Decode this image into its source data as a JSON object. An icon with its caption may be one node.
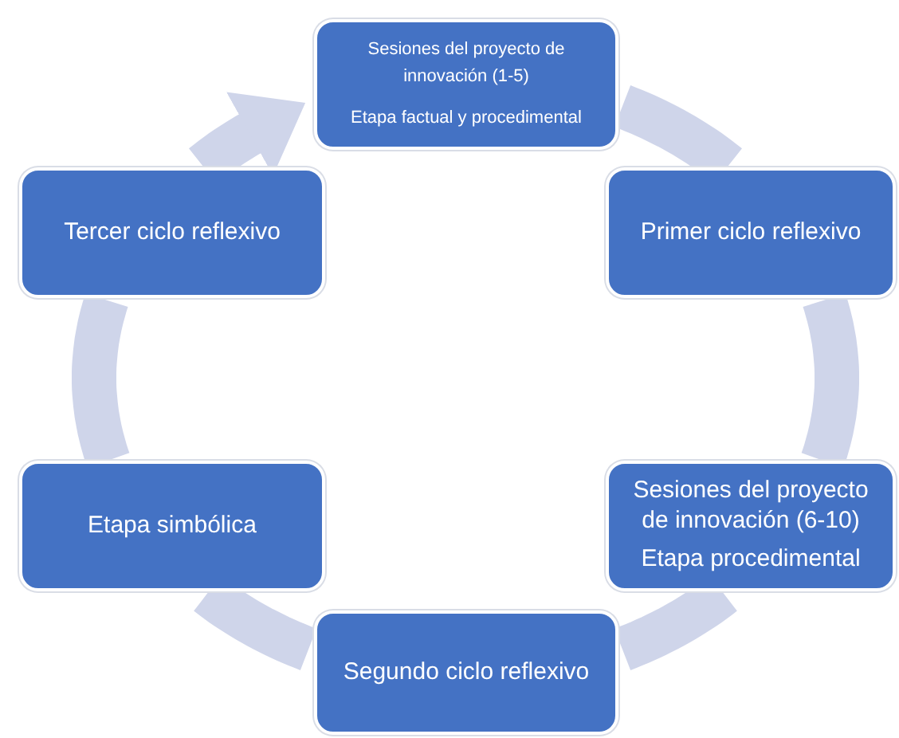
{
  "diagram": {
    "nodes": [
      {
        "text": [
          "Sesiones del proyecto de innovación (1-5)",
          "Etapa factual y procedimental"
        ]
      },
      {
        "text": [
          "Primer ciclo reflexivo"
        ]
      },
      {
        "text": [
          "Sesiones del proyecto de innovación (6-10)",
          "Etapa procedimental"
        ]
      },
      {
        "text": [
          "Segundo ciclo reflexivo"
        ]
      },
      {
        "text": [
          "Etapa simbólica"
        ]
      },
      {
        "text": [
          "Tercer ciclo reflexivo"
        ]
      }
    ],
    "edges": [
      {
        "from": 0,
        "to": 1,
        "arrow": "none"
      },
      {
        "from": 1,
        "to": 2,
        "arrow": "none"
      },
      {
        "from": 2,
        "to": 3,
        "arrow": "none"
      },
      {
        "from": 3,
        "to": 4,
        "arrow": "none"
      },
      {
        "from": 4,
        "to": 5,
        "arrow": "none"
      },
      {
        "from": 5,
        "to": 0,
        "arrow": "to"
      }
    ]
  }
}
